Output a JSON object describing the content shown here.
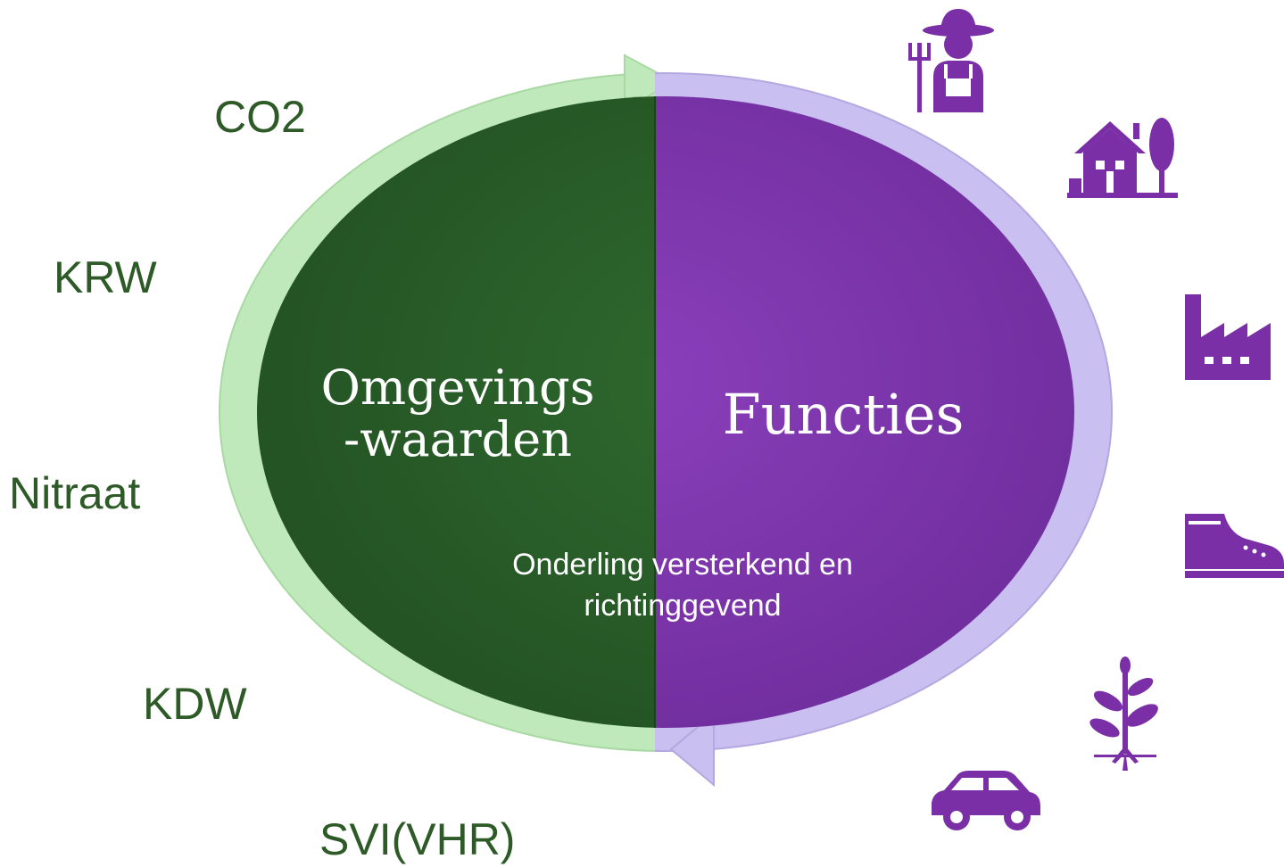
{
  "left_labels": {
    "co2": "CO2",
    "krw": "KRW",
    "nitraat": "Nitraat",
    "kdw": "KDW",
    "svi": "SVI(VHR)"
  },
  "center": {
    "left_line1": "Omgevings",
    "left_line2": "-waarden",
    "right": "Functies",
    "bottom_line1": "Onderling versterkend en",
    "bottom_line2": "richtinggevend"
  },
  "icons": [
    "farmer-icon",
    "house-tree-icon",
    "factory-icon",
    "shoe-icon",
    "plant-icon",
    "car-icon"
  ],
  "colors": {
    "dark_green": "#2a5e2a",
    "label_green": "#2d5a27",
    "light_green": "#b8e6b3",
    "purple": "#7b35a8",
    "light_purple": "#c4b7e8",
    "icon_purple": "#7a2fa6"
  }
}
